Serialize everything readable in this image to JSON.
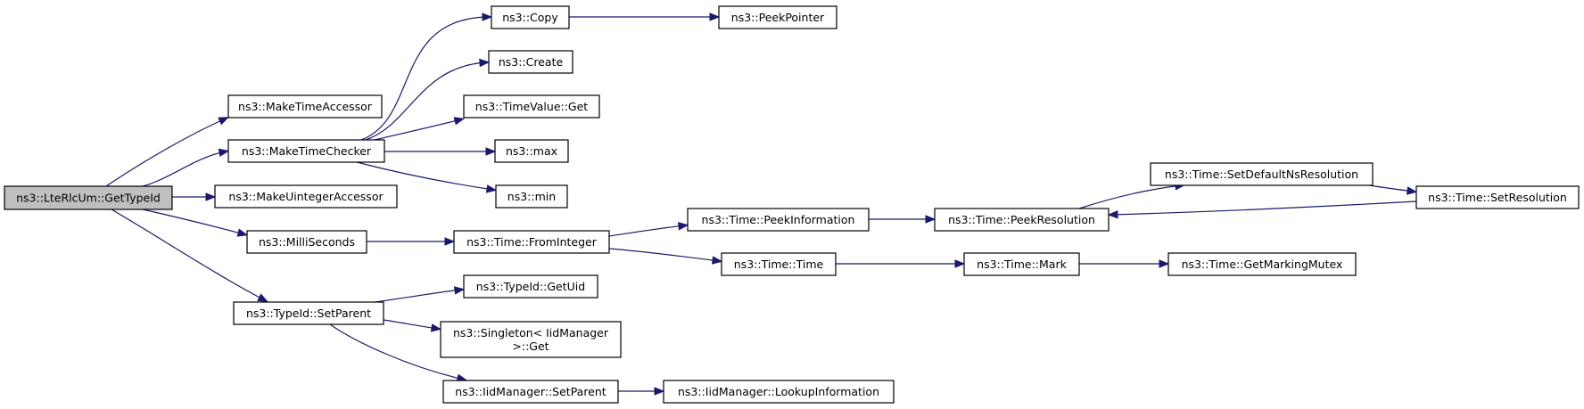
{
  "diagram": {
    "nodes": [
      {
        "id": "getTypeId",
        "label": [
          "ns3::LteRlcUm::GetTypeId"
        ],
        "root": true
      },
      {
        "id": "makeTimeAccessor",
        "label": [
          "ns3::MakeTimeAccessor"
        ]
      },
      {
        "id": "makeTimeChecker",
        "label": [
          "ns3::MakeTimeChecker"
        ]
      },
      {
        "id": "makeUintegerAccessor",
        "label": [
          "ns3::MakeUintegerAccessor"
        ]
      },
      {
        "id": "milliSeconds",
        "label": [
          "ns3::MilliSeconds"
        ]
      },
      {
        "id": "typeIdSetParent",
        "label": [
          "ns3::TypeId::SetParent"
        ]
      },
      {
        "id": "copy",
        "label": [
          "ns3::Copy"
        ]
      },
      {
        "id": "peekPointer",
        "label": [
          "ns3::PeekPointer"
        ]
      },
      {
        "id": "create",
        "label": [
          "ns3::Create"
        ]
      },
      {
        "id": "timeValueGet",
        "label": [
          "ns3::TimeValue::Get"
        ]
      },
      {
        "id": "max",
        "label": [
          "ns3::max"
        ]
      },
      {
        "id": "min",
        "label": [
          "ns3::min"
        ]
      },
      {
        "id": "fromInteger",
        "label": [
          "ns3::Time::FromInteger"
        ]
      },
      {
        "id": "peekInformation",
        "label": [
          "ns3::Time::PeekInformation"
        ]
      },
      {
        "id": "peekResolution",
        "label": [
          "ns3::Time::PeekResolution"
        ]
      },
      {
        "id": "setDefaultNsResolution",
        "label": [
          "ns3::Time::SetDefaultNsResolution"
        ]
      },
      {
        "id": "setResolution",
        "label": [
          "ns3::Time::SetResolution"
        ]
      },
      {
        "id": "timeTime",
        "label": [
          "ns3::Time::Time"
        ]
      },
      {
        "id": "mark",
        "label": [
          "ns3::Time::Mark"
        ]
      },
      {
        "id": "getMarkingMutex",
        "label": [
          "ns3::Time::GetMarkingMutex"
        ]
      },
      {
        "id": "getUid",
        "label": [
          "ns3::TypeId::GetUid"
        ]
      },
      {
        "id": "singletonGet",
        "label": [
          "ns3::Singleton< IidManager",
          ">::Get"
        ]
      },
      {
        "id": "iidSetParent",
        "label": [
          "ns3::IidManager::SetParent"
        ]
      },
      {
        "id": "lookupInformation",
        "label": [
          "ns3::IidManager::LookupInformation"
        ]
      }
    ],
    "edges": [
      {
        "from": "getTypeId",
        "to": "makeTimeAccessor"
      },
      {
        "from": "getTypeId",
        "to": "makeTimeChecker"
      },
      {
        "from": "getTypeId",
        "to": "makeUintegerAccessor"
      },
      {
        "from": "getTypeId",
        "to": "milliSeconds"
      },
      {
        "from": "getTypeId",
        "to": "typeIdSetParent"
      },
      {
        "from": "makeTimeChecker",
        "to": "copy"
      },
      {
        "from": "makeTimeChecker",
        "to": "create"
      },
      {
        "from": "makeTimeChecker",
        "to": "timeValueGet"
      },
      {
        "from": "makeTimeChecker",
        "to": "max"
      },
      {
        "from": "makeTimeChecker",
        "to": "min"
      },
      {
        "from": "copy",
        "to": "peekPointer"
      },
      {
        "from": "milliSeconds",
        "to": "fromInteger"
      },
      {
        "from": "fromInteger",
        "to": "peekInformation"
      },
      {
        "from": "fromInteger",
        "to": "timeTime"
      },
      {
        "from": "peekInformation",
        "to": "peekResolution"
      },
      {
        "from": "peekResolution",
        "to": "setDefaultNsResolution"
      },
      {
        "from": "setDefaultNsResolution",
        "to": "setResolution"
      },
      {
        "from": "setResolution",
        "to": "peekResolution"
      },
      {
        "from": "timeTime",
        "to": "mark"
      },
      {
        "from": "mark",
        "to": "getMarkingMutex"
      },
      {
        "from": "typeIdSetParent",
        "to": "getUid"
      },
      {
        "from": "typeIdSetParent",
        "to": "singletonGet"
      },
      {
        "from": "typeIdSetParent",
        "to": "iidSetParent"
      },
      {
        "from": "iidSetParent",
        "to": "lookupInformation"
      }
    ],
    "colors": {
      "edge": "#191970",
      "root_fill": "#bfbfbf",
      "node_fill": "#ffffff",
      "node_border": "#000000"
    }
  }
}
